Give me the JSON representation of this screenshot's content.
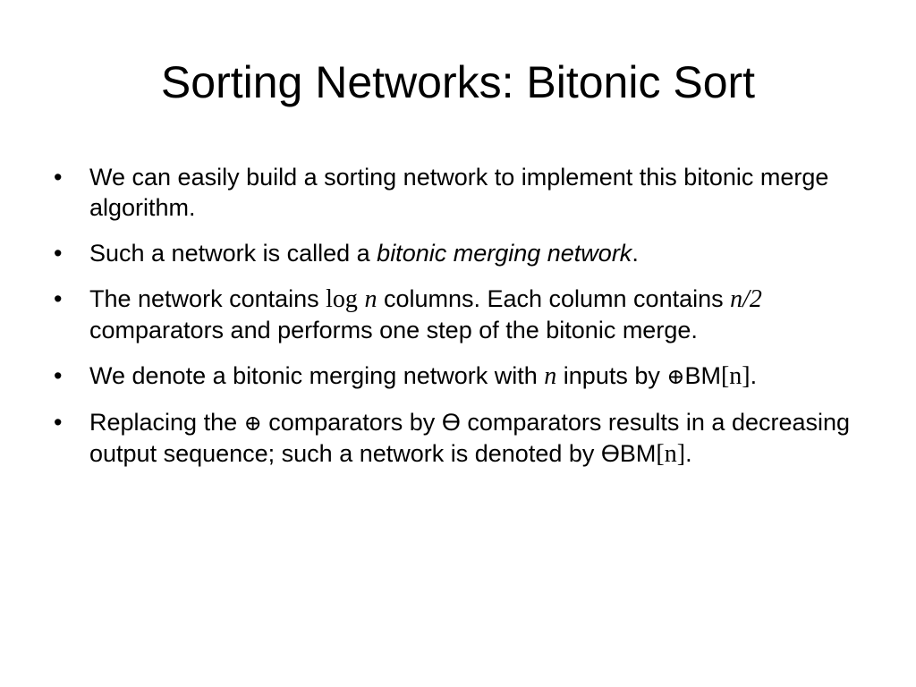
{
  "slide": {
    "title": "Sorting Networks: Bitonic Sort",
    "bullet_marker": "•",
    "bullets": [
      {
        "text": "We can easily build a sorting network to implement this bitonic merge algorithm."
      },
      {
        "prefix": "Such a network is called a ",
        "emphasis": "bitonic merging network",
        "suffix": "."
      },
      {
        "t1": "The network contains ",
        "log": "log",
        "n": "n",
        "t2": " columns. Each column contains ",
        "n_half": "n/2",
        "t3": " comparators and performs one step of the bitonic merge."
      },
      {
        "t1": "We denote a bitonic merging network with ",
        "n": "n",
        "t2": " inputs by ",
        "oplus": "⊕",
        "bm": "BM",
        "arg": "[n]",
        "t3": "."
      },
      {
        "t1": "Replacing the ",
        "oplus": "⊕",
        "t2": " comparators by ",
        "ominus": "Ө",
        "t3": " comparators results in a decreasing output sequence; such a network is denoted by ",
        "ominus2": "Ө",
        "bm": "BM",
        "arg": "[n]",
        "t4": "."
      }
    ]
  }
}
